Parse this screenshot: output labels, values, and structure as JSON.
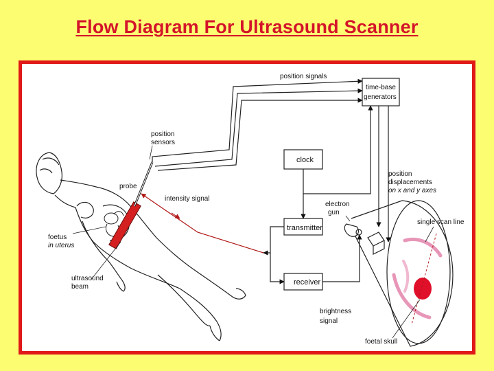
{
  "title": "Flow Diagram For Ultrasound Scanner",
  "colors": {
    "background": "#fdfd72",
    "title": "#d4142a",
    "frame": "#e01818",
    "probe": "#d42020",
    "signal_line": "#b01818"
  },
  "labels": {
    "position_signals": "position signals",
    "time_base_1": "time-base",
    "time_base_2": "generators",
    "position_sensors_1": "position",
    "position_sensors_2": "sensors",
    "clock": "clock",
    "position_displacements_1": "position",
    "position_displacements_2": "displacements",
    "position_displacements_3": "on x and y axes",
    "probe": "probe",
    "intensity_signal": "intensity signal",
    "electron_gun_1": "electron",
    "electron_gun_2": "gun",
    "single_scan_line": "single scan line",
    "transmitter": "transmitter",
    "foetus_1": "foetus",
    "foetus_2": "in uterus",
    "ultrasound_beam_1": "ultrasound",
    "ultrasound_beam_2": "beam",
    "receiver": "receiver",
    "brightness_1": "brightness",
    "brightness_2": "signal",
    "foetal_skull": "foetal skull"
  }
}
